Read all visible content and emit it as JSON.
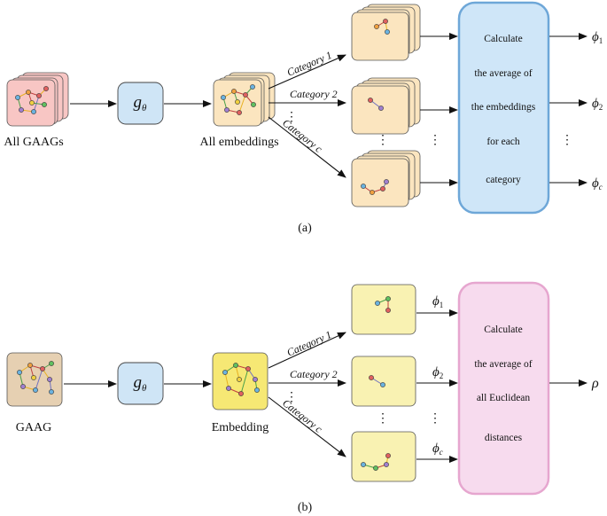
{
  "panel_a": {
    "caption": "(a)",
    "input_label": "All GAAGs",
    "encoder_label": "g",
    "encoder_sub": "θ",
    "embeddings_label": "All embeddings",
    "categories": [
      {
        "name": "Category 1",
        "output": "ϕ",
        "output_sub": "1"
      },
      {
        "name": "Category 2",
        "output": "ϕ",
        "output_sub": "2"
      },
      {
        "name": "Category c",
        "output": "ϕ",
        "output_sub": "c"
      }
    ],
    "calc_lines": [
      "Calculate",
      "the average of",
      "the embeddings",
      "for each",
      "category"
    ],
    "colors": {
      "input_fill": "#f8c6c4",
      "encoder_fill": "#cfe5f6",
      "embedding_fill": "#fbe5bf",
      "calc_fill": "#cfe6f8",
      "calc_stroke": "#6ea7d8"
    }
  },
  "panel_b": {
    "caption": "(b)",
    "input_label": "GAAG",
    "encoder_label": "g",
    "encoder_sub": "θ",
    "embedding_label": "Embedding",
    "categories": [
      {
        "name": "Category 1",
        "output": "ϕ",
        "output_sub": "1"
      },
      {
        "name": "Category 2",
        "output": "ϕ",
        "output_sub": "2"
      },
      {
        "name": "Category c",
        "output": "ϕ",
        "output_sub": "c"
      }
    ],
    "calc_lines": [
      "Calculate",
      "the average of",
      "all Euclidean",
      "distances"
    ],
    "result": "ρ",
    "colors": {
      "input_fill": "#e6d0b2",
      "encoder_fill": "#cfe5f6",
      "embedding_fill": "#f6e874",
      "cat_fill": "#f9f2b2",
      "calc_fill": "#f7dbee",
      "calc_stroke": "#e6a6cf"
    }
  },
  "vertical_ellipsis": "⋮"
}
